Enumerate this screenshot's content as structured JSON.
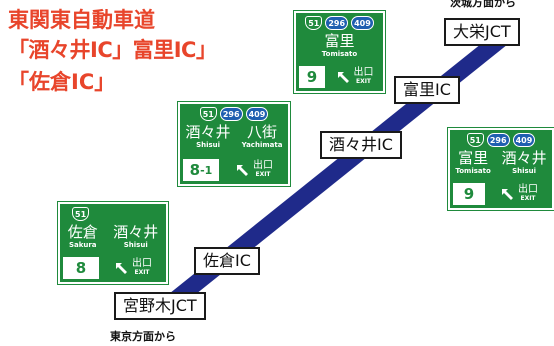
{
  "title": {
    "line1": "東関東自動車道",
    "line2": "「酒々井IC」富里IC」",
    "line3": "「佐倉IC」"
  },
  "top_direction": "茨城方面から",
  "bottom_direction": "東京方面から",
  "interchanges": {
    "daiei_jct": "大栄JCT",
    "tomisato_ic": "富里IC",
    "shisui_ic": "酒々井IC",
    "sakura_ic": "佐倉IC",
    "miyanogi_jct": "宮野木JCT"
  },
  "colors": {
    "title": "#e8452b",
    "road": "#1f2a8a",
    "sign_green": "#1f8a3c",
    "shield_blue": "#1f5fb0"
  },
  "signs": {
    "tomisato_top": {
      "routes": [
        "51",
        "296",
        "409"
      ],
      "destinations": [
        {
          "jp": "富里",
          "en": "Tomisato"
        }
      ],
      "exit_number": "9",
      "exit_jp": "出口",
      "exit_en": "EXIT"
    },
    "shisui": {
      "routes": [
        "51",
        "296",
        "409"
      ],
      "destinations": [
        {
          "jp": "酒々井",
          "en": "Shisui"
        },
        {
          "jp": "八街",
          "en": "Yachimata"
        }
      ],
      "exit_number": "8",
      "exit_sub": "-1",
      "exit_jp": "出口",
      "exit_en": "EXIT"
    },
    "sakura": {
      "routes": [
        "51"
      ],
      "destinations": [
        {
          "jp": "佐倉",
          "en": "Sakura"
        },
        {
          "jp": "酒々井",
          "en": "Shisui"
        }
      ],
      "exit_number": "8",
      "exit_jp": "出口",
      "exit_en": "EXIT"
    },
    "tomisato_right": {
      "routes": [
        "51",
        "296",
        "409"
      ],
      "destinations": [
        {
          "jp": "富里",
          "en": "Tomisato"
        },
        {
          "jp": "酒々井",
          "en": "Shisui"
        }
      ],
      "exit_number": "9",
      "exit_jp": "出口",
      "exit_en": "EXIT"
    }
  }
}
